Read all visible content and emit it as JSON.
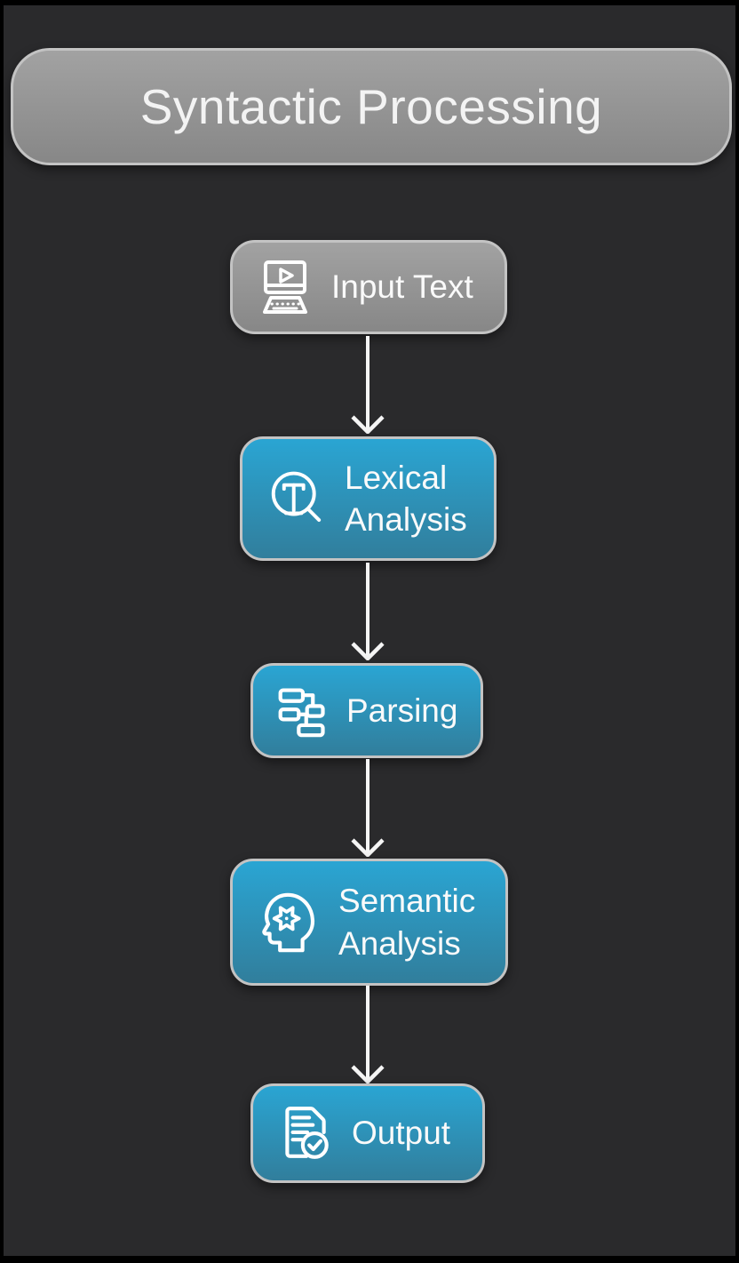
{
  "title": {
    "label": "Syntactic Processing"
  },
  "flowchart": {
    "nodes": [
      {
        "label": "Input Text",
        "icon": "laptop-play-icon",
        "variant": "gray"
      },
      {
        "label": "Lexical Analysis",
        "icon": "text-magnifier-icon",
        "variant": "blue"
      },
      {
        "label": "Parsing",
        "icon": "tree-diagram-icon",
        "variant": "blue"
      },
      {
        "label": "Semantic Analysis",
        "icon": "head-gear-icon",
        "variant": "blue"
      },
      {
        "label": "Output",
        "icon": "document-check-icon",
        "variant": "blue"
      }
    ],
    "arrows": {
      "count": 4,
      "direction": "down"
    },
    "colors": {
      "bg": "#2a2a2c",
      "gray_top": "#a2a2a2",
      "gray_bottom": "#878787",
      "blue_top": "#2aa5d3",
      "blue_bottom": "#317e9c",
      "node_border": "#c3c3c3",
      "arrow": "#f5f5f5",
      "text": "#fafafa"
    }
  }
}
